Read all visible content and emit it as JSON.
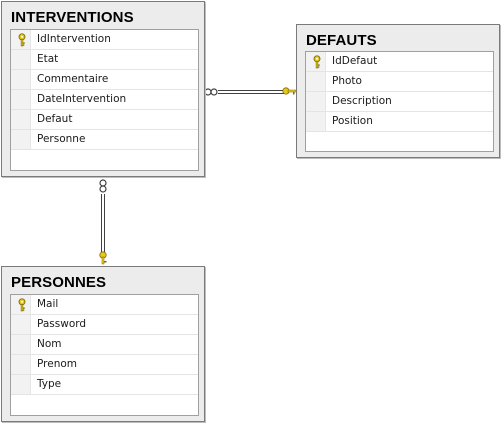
{
  "tables": {
    "interventions": {
      "title": "INTERVENTIONS",
      "columns": [
        "IdIntervention",
        "Etat",
        "Commentaire",
        "DateIntervention",
        "Defaut",
        "Personne"
      ]
    },
    "defauts": {
      "title": "DEFAUTS",
      "columns": [
        "IdDefaut",
        "Photo",
        "Description",
        "Position"
      ]
    },
    "personnes": {
      "title": "PERSONNES",
      "columns": [
        "Mail",
        "Password",
        "Nom",
        "Prenom",
        "Type"
      ]
    }
  },
  "colors": {
    "key": "#e8c81a",
    "line": "#404040",
    "panel": "#ececec"
  }
}
